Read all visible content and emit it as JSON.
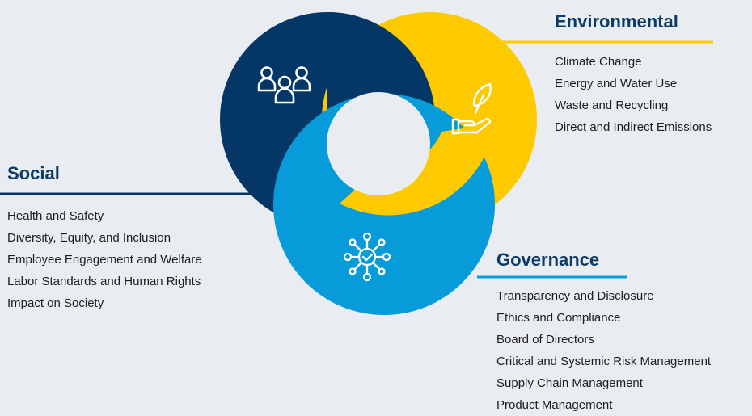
{
  "colors": {
    "background": "#e9ecf0",
    "social": "#053766",
    "environmental": "#fdca00",
    "governance": "#079cd9",
    "title_text": "#0c3a66",
    "body_text": "#1d1d1d"
  },
  "icons": {
    "social": "people-group-icon",
    "environmental": "hand-holding-leaf-icon",
    "governance": "network-check-icon"
  },
  "environmental": {
    "title": "Environmental",
    "items": [
      "Climate Change",
      "Energy and Water Use",
      "Waste and Recycling",
      "Direct and Indirect Emissions"
    ]
  },
  "social": {
    "title": "Social",
    "items": [
      "Health and Safety",
      "Diversity, Equity, and Inclusion",
      "Employee Engagement and Welfare",
      "Labor Standards and Human Rights",
      "Impact on Society"
    ]
  },
  "governance": {
    "title": "Governance",
    "items": [
      "Transparency and Disclosure",
      "Ethics and Compliance",
      "Board of Directors",
      "Critical and Systemic Risk Management",
      "Supply Chain Management",
      "Product Management"
    ]
  }
}
